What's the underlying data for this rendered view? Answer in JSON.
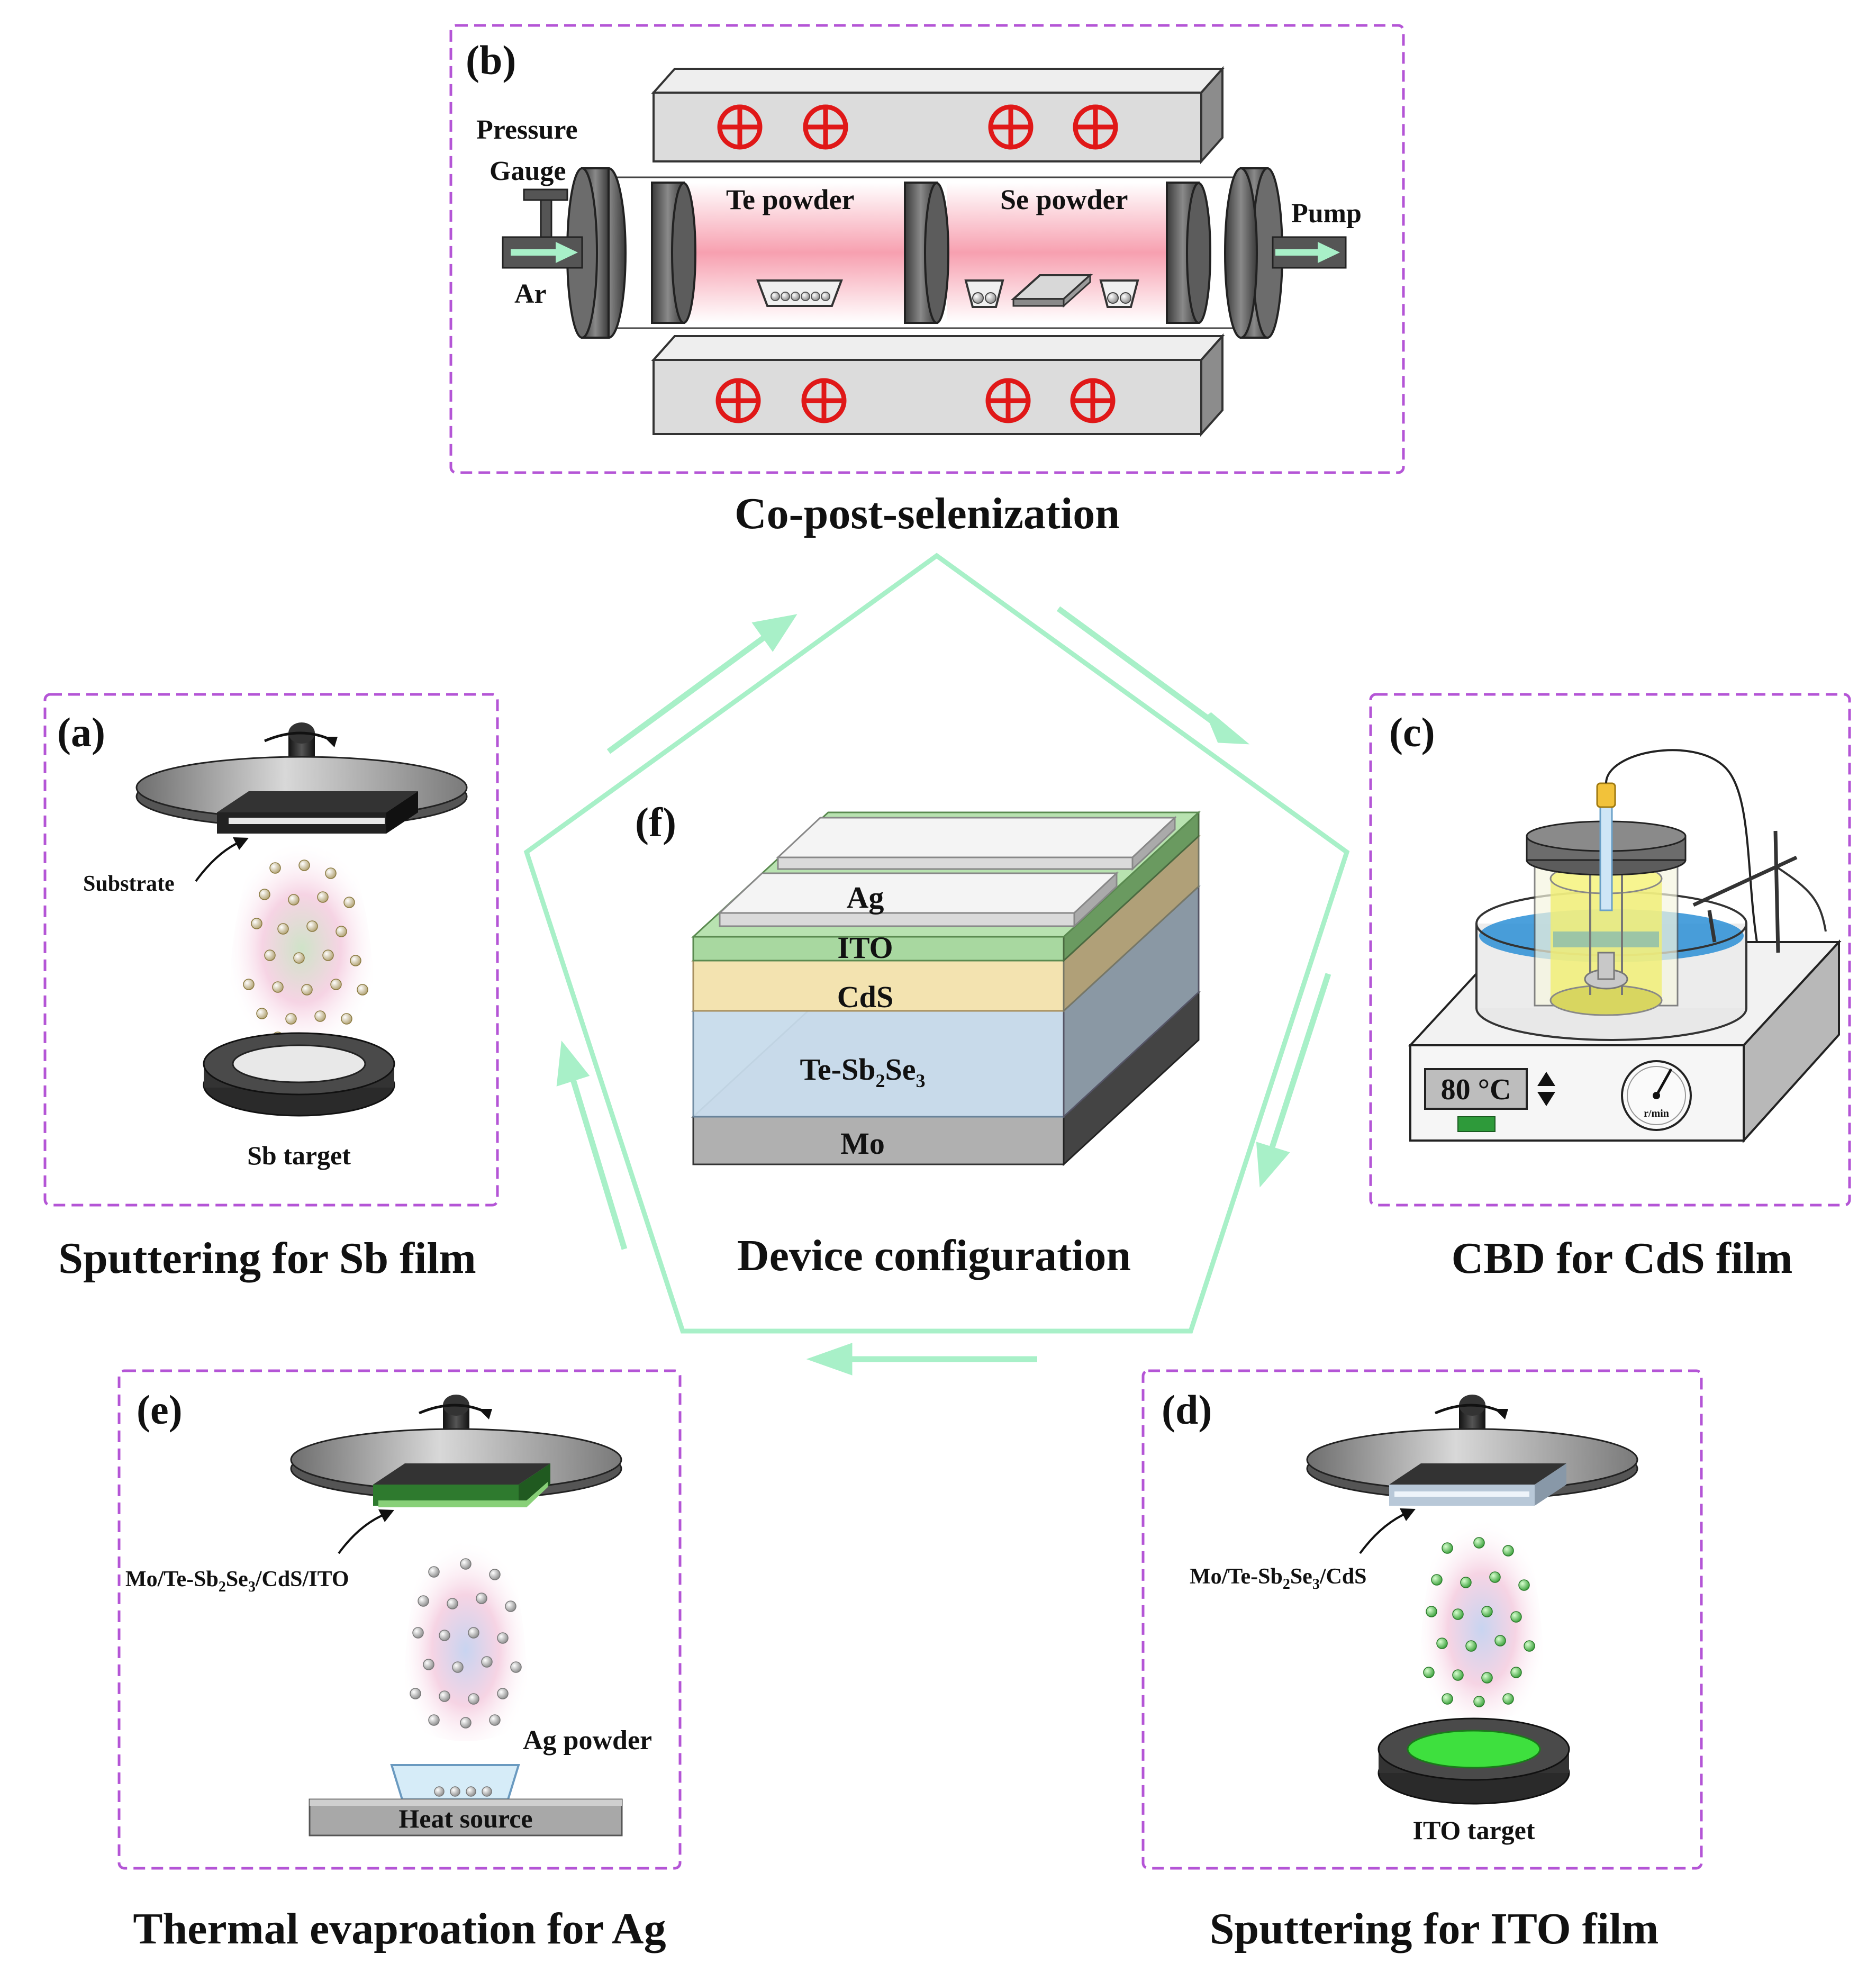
{
  "colors": {
    "panel_border": "#b455d6",
    "cycle_arrow": "#a8f0c8",
    "heater_mark": "#e01818",
    "argon_arrow": "#a8f0c8",
    "plasma_pink": "#f6c8de",
    "ito_green": "#a8d8a0",
    "cds_yellow": "#f3e3b0",
    "absorber_blue": "#c8dcec",
    "mo_gray": "#b0b0b0",
    "ag_white": "#f4f4f4",
    "water_blue": "#2c8fd6",
    "solution_yellow": "#f0ee70",
    "ito_target_green": "#3ee03e"
  },
  "panels": {
    "b": {
      "tag": "(b)",
      "caption": "Co-post-selenization",
      "label_pressure": "Pressure",
      "label_gauge": "Gauge",
      "label_te": "Te powder",
      "label_se": "Se powder",
      "label_pump": "Pump",
      "label_ar": "Ar"
    },
    "a": {
      "tag": "(a)",
      "caption": "Sputtering for Sb film",
      "label_substrate": "Substrate",
      "label_target": "Sb target"
    },
    "c": {
      "tag": "(c)",
      "caption": "CBD for CdS film",
      "temperature": "80 °C",
      "speed_unit": "r/min"
    },
    "d": {
      "tag": "(d)",
      "caption": "Sputtering for ITO film",
      "substrate_pre": "Mo/Te-Sb",
      "substrate_sub1": "2",
      "substrate_mid": "Se",
      "substrate_sub2": "3",
      "substrate_post": "/CdS",
      "label_target": "ITO target"
    },
    "e": {
      "tag": "(e)",
      "caption": "Thermal evaproation for Ag",
      "substrate_pre": "Mo/Te-Sb",
      "substrate_sub1": "2",
      "substrate_mid": "Se",
      "substrate_sub2": "3",
      "substrate_post": "/CdS/ITO",
      "label_powder": "Ag powder",
      "label_heat": "Heat source"
    },
    "f": {
      "tag": "(f)",
      "caption": "Device configuration",
      "layer_ag": "Ag",
      "layer_ito": "ITO",
      "layer_cds": "CdS",
      "layer_abs_pre": "Te-Sb",
      "layer_abs_sub1": "2",
      "layer_abs_mid": "Se",
      "layer_abs_sub2": "3",
      "layer_mo": "Mo"
    }
  }
}
